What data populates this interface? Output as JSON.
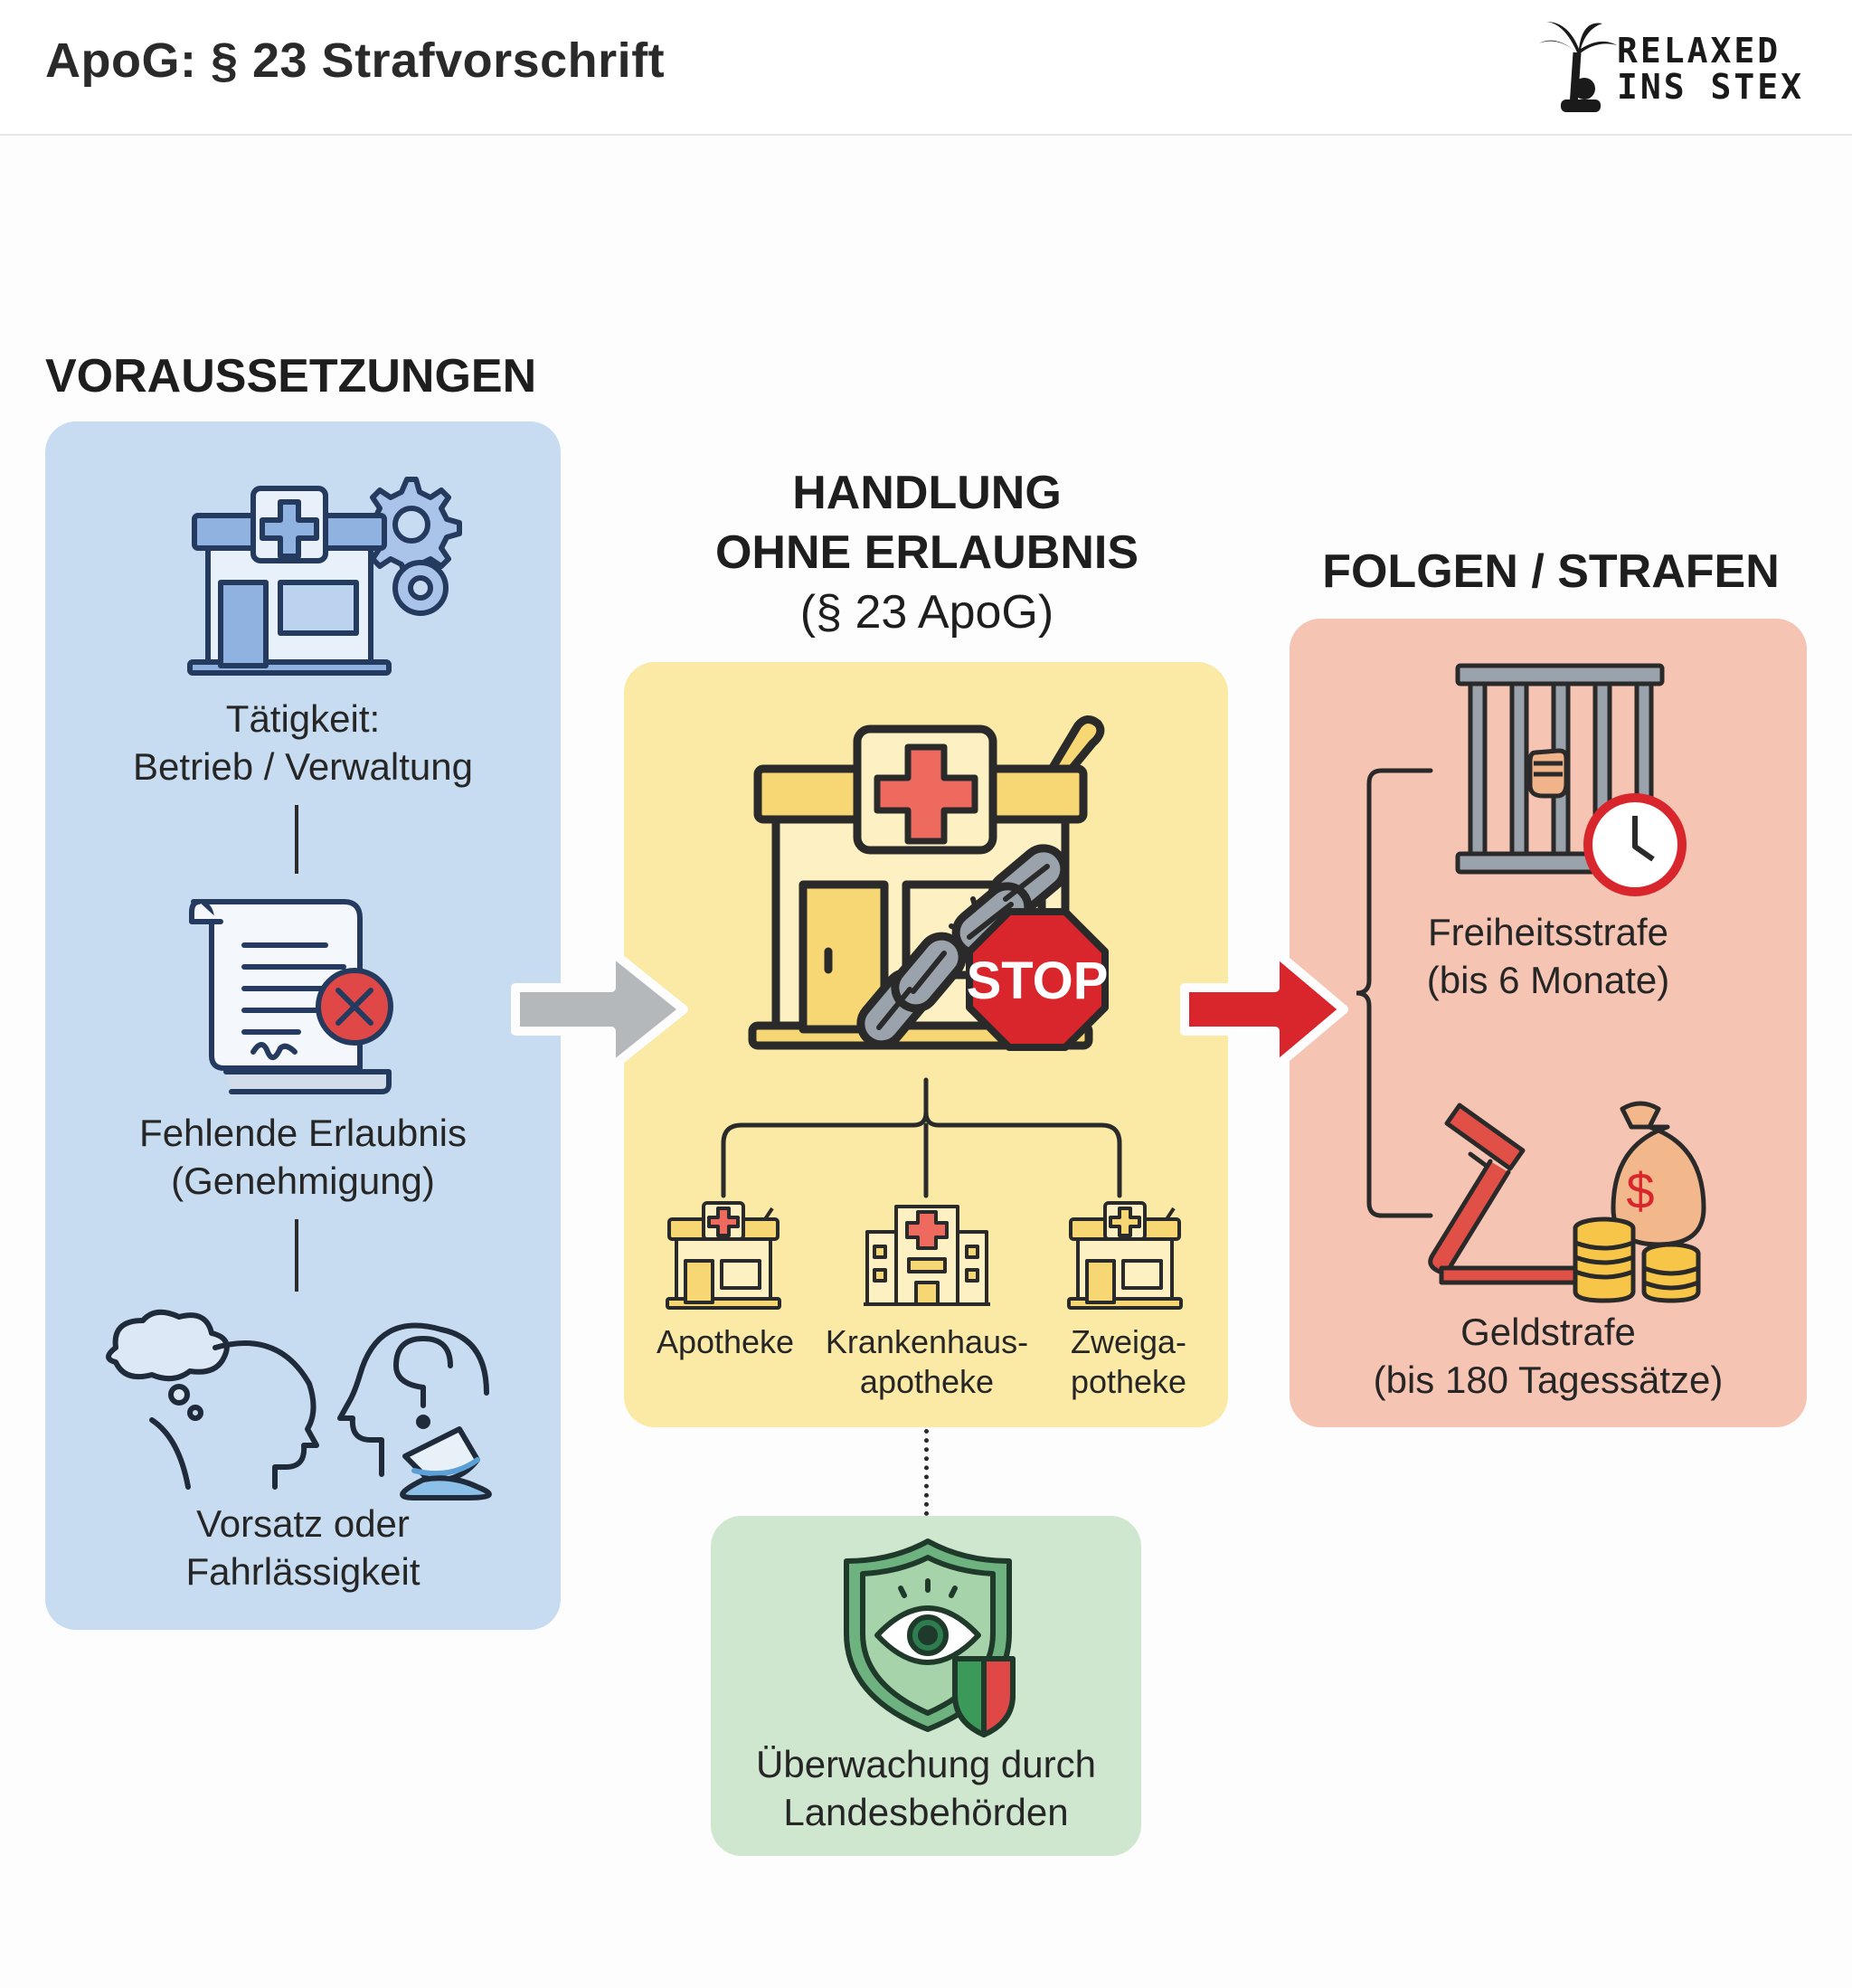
{
  "header": {
    "title": "ApoG: § 23 Strafvorschrift",
    "logo_line1": "RELAXED",
    "logo_line2": "INS STEX"
  },
  "sections": {
    "left": {
      "heading": "VORAUSSETZUNGEN",
      "items": [
        {
          "icon": "pharmacy-gears-icon",
          "line1": "Tätigkeit:",
          "line2": "Betrieb / Verwaltung"
        },
        {
          "icon": "document-rejected-icon",
          "line1": "Fehlende Erlaubnis",
          "line2": "(Genehmigung)"
        },
        {
          "icon": "thinking-heads-icon",
          "line1": "Vorsatz oder",
          "line2": "Fahrlässigkeit"
        }
      ]
    },
    "middle": {
      "heading_line1": "HANDLUNG",
      "heading_line2": "OHNE ERLAUBNIS",
      "heading_line3": "(§ 23 ApoG)",
      "stop_sign": "STOP",
      "icon": "pharmacy-chain-stop-icon",
      "sub_items": [
        {
          "icon": "pharmacy-icon",
          "line1": "Apotheke",
          "line2": ""
        },
        {
          "icon": "hospital-icon",
          "line1": "Krankenhaus-",
          "line2": "apotheke"
        },
        {
          "icon": "branch-pharmacy-icon",
          "line1": "Zweiga-",
          "line2": "potheke"
        }
      ]
    },
    "right": {
      "heading": "FOLGEN / STRAFEN",
      "items": [
        {
          "icon": "prison-bars-clock-icon",
          "line1": "Freiheitsstrafe",
          "line2": "(bis 6 Monate)"
        },
        {
          "icon": "gavel-money-icon",
          "line1": "Geldstrafe",
          "line2": "(bis 180 Tagessätze)"
        }
      ]
    },
    "bottom": {
      "icon": "shield-eye-icon",
      "line1": "Überwachung durch",
      "line2": "Landesbehörden"
    }
  },
  "colors": {
    "blue_panel": "#c7dcf0",
    "yellow_panel": "#fbe9a6",
    "red_panel": "#f6c4b2",
    "green_panel": "#cfe6cf",
    "red_accent": "#d9262c",
    "gray_arrow": "#b5b8bb"
  }
}
